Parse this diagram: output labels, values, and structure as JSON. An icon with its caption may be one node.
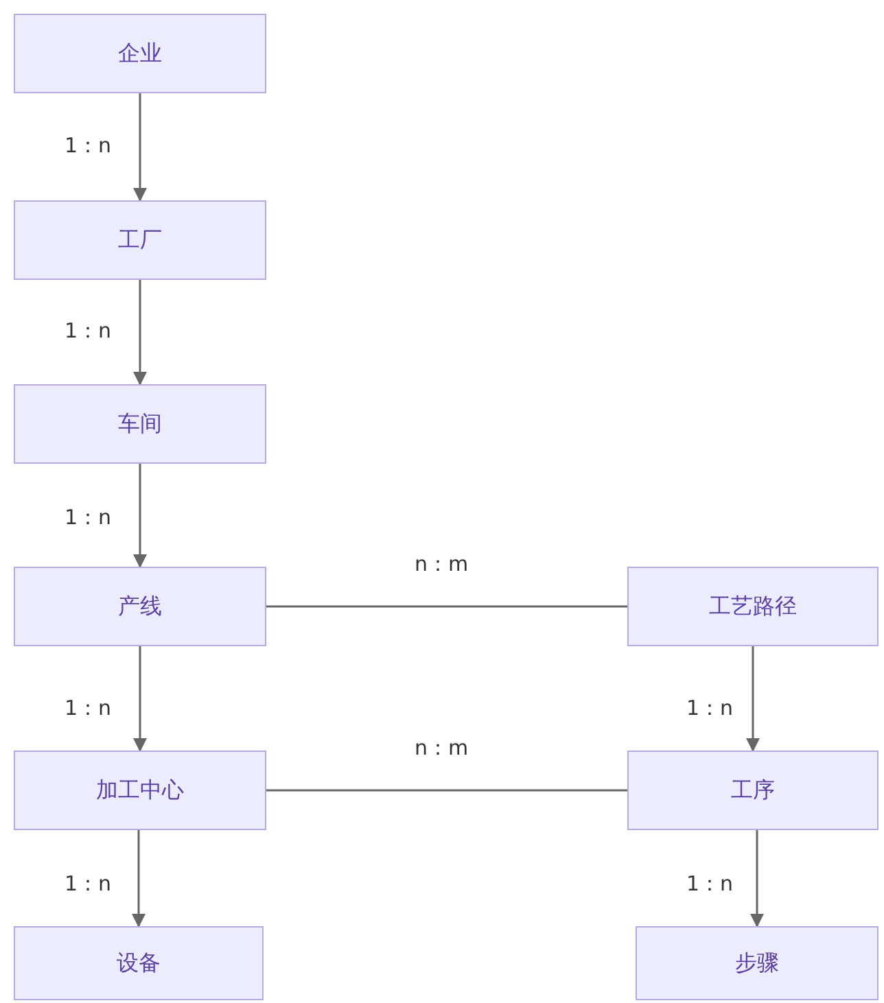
{
  "diagram": {
    "nodes": [
      {
        "text": [
          "企业"
        ]
      },
      {
        "text": [
          "工厂"
        ]
      },
      {
        "text": [
          "车间"
        ]
      },
      {
        "text": [
          "产线"
        ]
      },
      {
        "text": [
          "工艺路径"
        ]
      },
      {
        "text": [
          "加工中心"
        ]
      },
      {
        "text": [
          "工序"
        ]
      },
      {
        "text": [
          "设备"
        ]
      },
      {
        "text": [
          "步骤"
        ]
      }
    ],
    "edges": [
      {
        "from": 0,
        "to": 1,
        "arrow": "to",
        "label": "1：n"
      },
      {
        "from": 1,
        "to": 2,
        "arrow": "to",
        "label": "1：n"
      },
      {
        "from": 2,
        "to": 3,
        "arrow": "to",
        "label": "1：n"
      },
      {
        "from": 3,
        "to": 4,
        "arrow": "none",
        "label": "n：m"
      },
      {
        "from": 3,
        "to": 5,
        "arrow": "to",
        "label": "1：n"
      },
      {
        "from": 4,
        "to": 6,
        "arrow": "to",
        "label": "1：n"
      },
      {
        "from": 5,
        "to": 6,
        "arrow": "none",
        "label": "n：m"
      },
      {
        "from": 5,
        "to": 7,
        "arrow": "to",
        "label": "1：n"
      },
      {
        "from": 6,
        "to": 8,
        "arrow": "to",
        "label": "1：n"
      }
    ]
  }
}
